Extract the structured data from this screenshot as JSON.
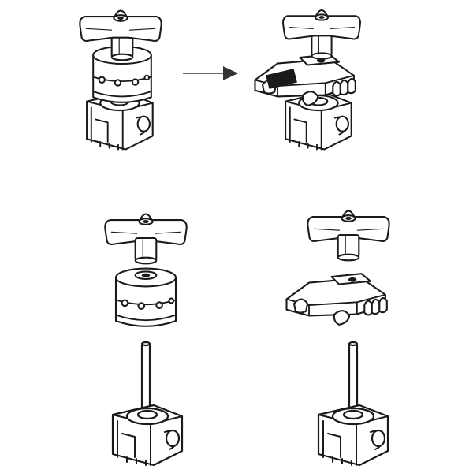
{
  "figure": {
    "background": "#ffffff",
    "line_color": "#1a1a1a",
    "steps": [
      {
        "id": "assembled-spigot-mount",
        "description_icon": "wing-knob-on-round-spigot-clamp"
      },
      {
        "id": "assembled-gaffer-grip-mount",
        "description_icon": "wing-knob-on-spring-clamp"
      }
    ],
    "exploded_views": [
      {
        "id": "exploded-spigot-mount",
        "parts": [
          "wing-knob",
          "round-spigot-clamp",
          "stud-pin",
          "base-socket"
        ]
      },
      {
        "id": "exploded-clamp-mount",
        "parts": [
          "wing-knob",
          "spring-clamp",
          "stud-pin",
          "base-socket"
        ]
      }
    ]
  }
}
